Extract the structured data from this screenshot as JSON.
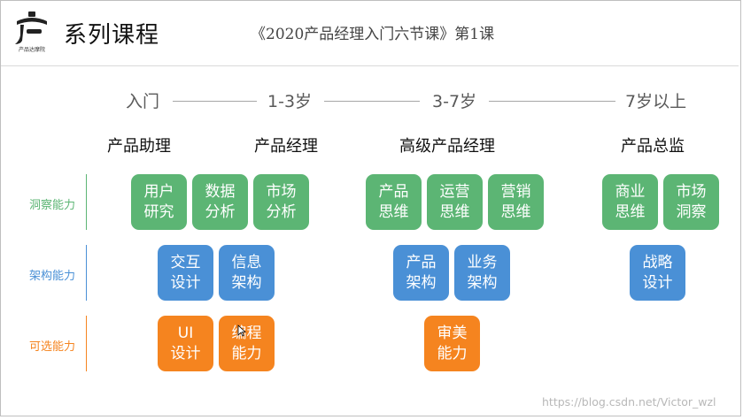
{
  "header": {
    "logo_caption": "产品达摩院",
    "title": "系列课程",
    "subtitle": "《2020产品经理入门六节课》第1课"
  },
  "timeline": {
    "stages": [
      "入门",
      "1-3岁",
      "3-7岁",
      "7岁以上"
    ]
  },
  "roles": [
    "产品助理",
    "产品经理",
    "高级产品经理",
    "产品总监"
  ],
  "rows": [
    {
      "label": "洞察能力",
      "color": "#5cb574"
    },
    {
      "label": "架构能力",
      "color": "#4a90d6"
    },
    {
      "label": "可选能力",
      "color": "#f5841f"
    }
  ],
  "boxes": {
    "insight": [
      {
        "l1": "用户",
        "l2": "研究"
      },
      {
        "l1": "数据",
        "l2": "分析"
      },
      {
        "l1": "市场",
        "l2": "分析"
      },
      {
        "l1": "产品",
        "l2": "思维"
      },
      {
        "l1": "运营",
        "l2": "思维"
      },
      {
        "l1": "营销",
        "l2": "思维"
      },
      {
        "l1": "商业",
        "l2": "思维"
      },
      {
        "l1": "市场",
        "l2": "洞察"
      }
    ],
    "architecture": [
      {
        "l1": "交互",
        "l2": "设计"
      },
      {
        "l1": "信息",
        "l2": "架构"
      },
      {
        "l1": "产品",
        "l2": "架构"
      },
      {
        "l1": "业务",
        "l2": "架构"
      },
      {
        "l1": "战略",
        "l2": "设计"
      }
    ],
    "optional": [
      {
        "l1": "UI",
        "l2": "设计"
      },
      {
        "l1": "编程",
        "l2": "能力"
      },
      {
        "l1": "审美",
        "l2": "能力"
      }
    ]
  },
  "watermark": "https://blog.csdn.net/Victor_wzl"
}
